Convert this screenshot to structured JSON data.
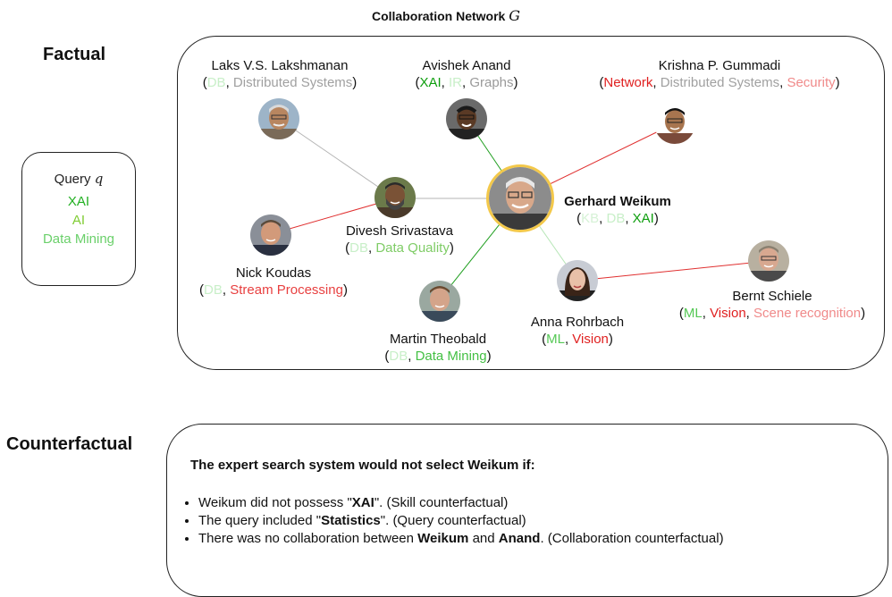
{
  "title": {
    "text": "Collaboration Network",
    "symbol": "G"
  },
  "factual_label": "Factual",
  "counterfactual_label": "Counterfactual",
  "query": {
    "label": "Query",
    "symbol": "q",
    "skills": [
      {
        "text": "XAI",
        "color": "#22b022"
      },
      {
        "text": "AI",
        "color": "#7fcc33"
      },
      {
        "text": "Data Mining",
        "color": "#6ad06a"
      }
    ]
  },
  "colors": {
    "XAI": "#0e9e0e",
    "IR": "#c8efc8",
    "Graphs": "#9a9a9a",
    "DB": "#c8efc8",
    "Distributed Systems": "#a0a0a0",
    "Network": "#e02020",
    "Security": "#f08a8a",
    "KB": "#d6f2d6",
    "Data Quality": "#7fcc66",
    "Stream Processing": "#e84040",
    "ML": "#55c855",
    "Vision": "#e02020",
    "Scene recognition": "#f08a8a",
    "Data Mining": "#44c044",
    "edge_gray": "#b4b4b4",
    "edge_red": "#e03030",
    "edge_green": "#1e9e1e",
    "edge_lightgreen": "#b7e6b7",
    "highlight": "#f3c84a"
  },
  "experts": [
    {
      "id": "laks",
      "name": "Laks V.S. Lakshmanan",
      "skills": [
        "DB",
        "Distributed Systems"
      ],
      "avatar": "face-photo"
    },
    {
      "id": "anand",
      "name": "Avishek Anand",
      "skills": [
        "XAI",
        "IR",
        "Graphs"
      ],
      "avatar": "face-photo"
    },
    {
      "id": "gummadi",
      "name": "Krishna P. Gummadi",
      "skills": [
        "Network",
        "Distributed Systems",
        "Security"
      ],
      "avatar": "face-photo"
    },
    {
      "id": "weikum",
      "name": "Gerhard Weikum",
      "skills": [
        "KB",
        "DB",
        "XAI"
      ],
      "avatar": "face-photo"
    },
    {
      "id": "divesh",
      "name": "Divesh Srivastava",
      "skills": [
        "DB",
        "Data Quality"
      ],
      "avatar": "face-photo"
    },
    {
      "id": "koudas",
      "name": "Nick Koudas",
      "skills": [
        "DB",
        "Stream Processing"
      ],
      "avatar": "face-photo"
    },
    {
      "id": "theobald",
      "name": "Martin Theobald",
      "skills": [
        "DB",
        "Data Mining"
      ],
      "avatar": "face-photo"
    },
    {
      "id": "rohrbach",
      "name": "Anna Rohrbach",
      "skills": [
        "ML",
        "Vision"
      ],
      "avatar": "face-photo"
    },
    {
      "id": "schiele",
      "name": "Bernt Schiele",
      "skills": [
        "ML",
        "Vision",
        "Scene recognition"
      ],
      "avatar": "face-photo"
    }
  ],
  "edges": [
    {
      "from": "laks",
      "to": "divesh",
      "color": "edge_gray"
    },
    {
      "from": "koudas",
      "to": "divesh",
      "color": "edge_red"
    },
    {
      "from": "divesh",
      "to": "weikum",
      "color": "edge_gray"
    },
    {
      "from": "anand",
      "to": "weikum",
      "color": "edge_green"
    },
    {
      "from": "gummadi",
      "to": "weikum",
      "color": "edge_red"
    },
    {
      "from": "theobald",
      "to": "weikum",
      "color": "edge_green"
    },
    {
      "from": "rohrbach",
      "to": "weikum",
      "color": "edge_lightgreen"
    },
    {
      "from": "rohrbach",
      "to": "schiele",
      "color": "edge_red"
    }
  ],
  "counterfactual": {
    "heading": "The expert search system would not select Weikum if:",
    "items": [
      {
        "before": "Weikum did not possess \"",
        "b1": "XAI",
        "mid": "\". (Skill counterfactual)",
        "b2": "",
        "after": ""
      },
      {
        "before": "The query included \"",
        "b1": "Statistics",
        "mid": "\". (Query counterfactual)",
        "b2": "",
        "after": ""
      },
      {
        "before": "There was no collaboration between ",
        "b1": "Weikum",
        "mid": " and ",
        "b2": "Anand",
        "after": ". (Collaboration counterfactual)"
      }
    ]
  }
}
